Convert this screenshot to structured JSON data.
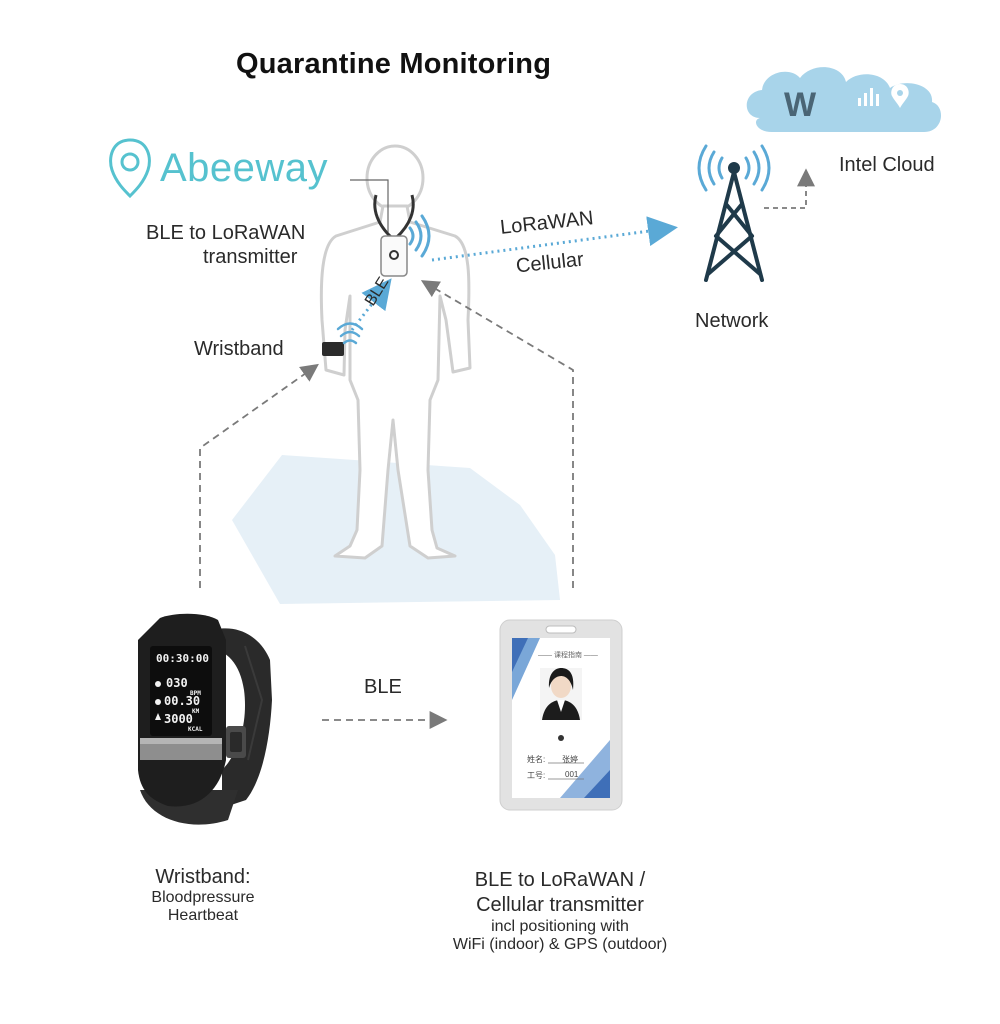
{
  "title": "Quarantine Monitoring",
  "brand": "Abeeway",
  "labels": {
    "transmitter_line1": "BLE to LoRaWAN",
    "transmitter_line2": "transmitter",
    "wristband": "Wristband",
    "ble_link": "BLE",
    "lorawan": "LoRaWAN",
    "cellular": "Cellular",
    "network": "Network",
    "cloud": "Intel Cloud",
    "ble_bottom": "BLE"
  },
  "captions": {
    "wristband_title": "Wristband:",
    "wristband_line1": "Bloodpressure",
    "wristband_line2": "Heartbeat",
    "transmitter_title1": "BLE to LoRaWAN /",
    "transmitter_title2": "Cellular transmitter",
    "transmitter_line3": "incl positioning with",
    "transmitter_line4": "WiFi (indoor) & GPS (outdoor)"
  },
  "watch_display": {
    "time": "00:30:00",
    "row1_value": "030",
    "row1_unit": "BPM",
    "row2_value": "00.30",
    "row2_unit": "KM",
    "row3_value": "3000",
    "row3_unit": "KCAL"
  },
  "badge": {
    "header": "——   课程指南   ——",
    "field1_label": "姓名:",
    "field1_value": "张婷",
    "field2_label": "工号:",
    "field2_value": "001"
  },
  "colors": {
    "accent": "#56c2cf",
    "link_blue": "#5aa9d6",
    "tower": "#1f3a4a",
    "figure_outline": "#cfcfcf",
    "floor": "#e6f0f7",
    "cloud": "#a8d4ea"
  }
}
